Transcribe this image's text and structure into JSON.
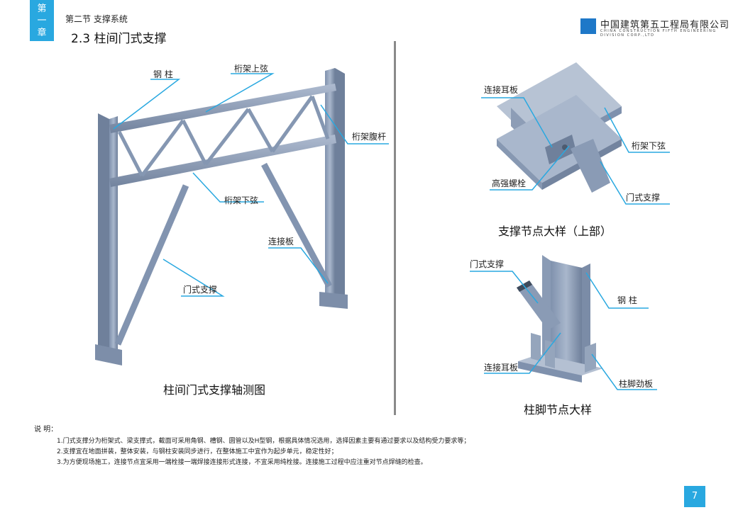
{
  "header": {
    "chapter_tab": [
      "第",
      "一",
      "章"
    ],
    "section": "第二节  支撑系统",
    "heading": "2.3 柱间门式支撑"
  },
  "company": {
    "name_cn": "中国建筑第五工程局有限公司",
    "name_en": "CHINA CONSTRUCTION FIFTH ENGINEERING DIVISION CORP.,LTD"
  },
  "left_figure": {
    "labels": {
      "steel_column": "钢 柱",
      "truss_top_chord": "桁架上弦",
      "truss_web": "桁架腹杆",
      "truss_bottom_chord": "桁架下弦",
      "connecting_plate": "连接板",
      "portal_brace": "门式支撑"
    },
    "caption": "柱间门式支撑轴测图"
  },
  "top_right_figure": {
    "labels": {
      "lug_plate": "连接耳板",
      "truss_bottom_chord": "桁架下弦",
      "hs_bolt": "高强螺栓",
      "portal_brace": "门式支撑"
    },
    "caption": "支撑节点大样（上部）"
  },
  "bottom_right_figure": {
    "labels": {
      "portal_brace": "门式支撑",
      "steel_column": "钢 柱",
      "lug_plate": "连接耳板",
      "base_stiffener": "柱脚劲板"
    },
    "caption": "柱脚节点大样"
  },
  "notes": {
    "title": "说  明：",
    "items": [
      "1.门式支撑分为桁架式、梁支撑式，截面可采用角钢、槽钢、圆管以及H型钢，根据具体情况选用，选择因素主要有通过要求以及结构受力要求等；",
      "2.支撑宜在地面拼装，整体安装，与钢柱安装同步进行，在整体施工中宜作为起步单元，稳定性好；",
      "3.为方便现场施工，连接节点宜采用一端栓接一端焊接连接形式连接，不宜采用纯栓接。连接施工过程中应注重对节点焊缝的检查。"
    ]
  },
  "page_number": "7",
  "colors": {
    "accent": "#29a8e0",
    "steel": "#8a9bb5",
    "callout": "#29a8e0"
  }
}
